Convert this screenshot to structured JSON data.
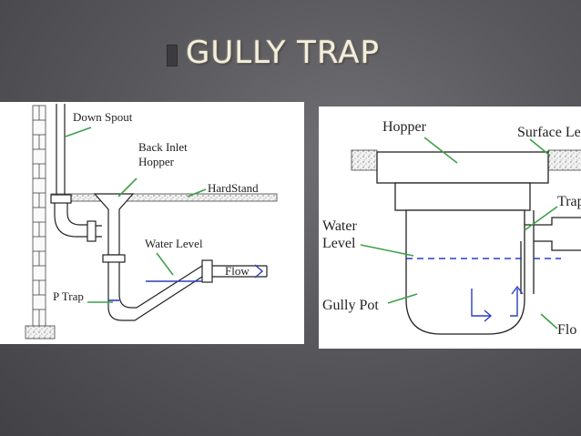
{
  "slide": {
    "title": "GULLY TRAP"
  },
  "left_diagram": {
    "labels": {
      "down_spout": "Down Spout",
      "back_inlet_line1": "Back Inlet",
      "back_inlet_line2": "Hopper",
      "hardstand": "HardStand",
      "water_level": "Water Level",
      "flow": "Flow",
      "p_trap": "P Trap"
    }
  },
  "right_diagram": {
    "labels": {
      "hopper": "Hopper",
      "surface_level": "Surface Le",
      "trap": "Trap",
      "water_level_line1": "Water",
      "water_level_line2": "Level",
      "gully_pot": "Gully Pot",
      "flow": "Flo"
    }
  },
  "colors": {
    "leader_line": "#3fa04a",
    "water": "#2a3fc0",
    "pipe": "#222222"
  }
}
